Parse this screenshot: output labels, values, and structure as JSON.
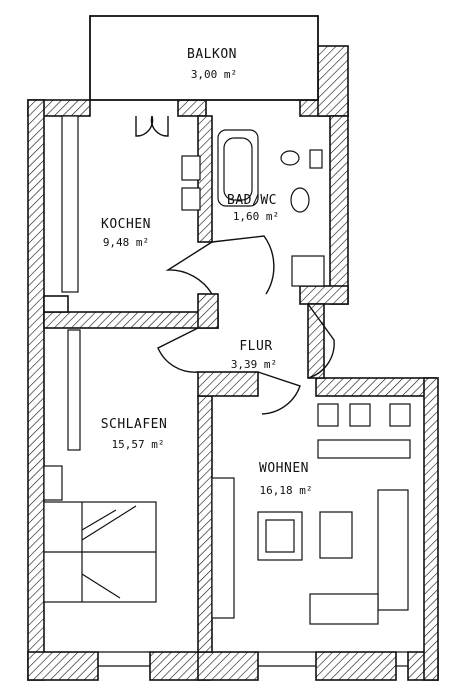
{
  "colors": {
    "ink": "#111111",
    "paper": "#ffffff"
  },
  "rooms": {
    "balkon": {
      "name": "BALKON",
      "area": "3,00 m²"
    },
    "kochen": {
      "name": "KOCHEN",
      "area": "9,48 m²"
    },
    "bad_wc": {
      "name": "BAD/WC",
      "area": "1,60 m²"
    },
    "flur": {
      "name": "FLUR",
      "area": "3,39 m²"
    },
    "schlafen": {
      "name": "SCHLAFEN",
      "area": "15,57 m²"
    },
    "wohnen": {
      "name": "WOHNEN",
      "area": "16,18 m²"
    }
  }
}
